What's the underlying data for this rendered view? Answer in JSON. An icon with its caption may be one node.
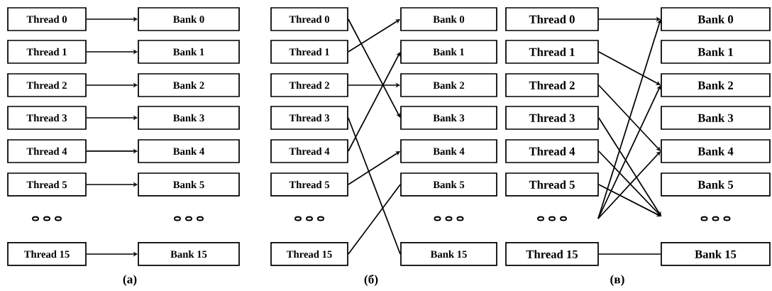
{
  "diagram": {
    "nodes": [
      {
        "text": [
          "Thread 0"
        ]
      },
      {
        "text": [
          "Thread 1"
        ]
      },
      {
        "text": [
          "Thread 2"
        ]
      },
      {
        "text": [
          "Thread 3"
        ]
      },
      {
        "text": [
          "Thread 4"
        ]
      },
      {
        "text": [
          "Thread 5"
        ]
      },
      {
        "text": [
          "Thread 15"
        ]
      },
      {
        "text": [
          "Bank 0"
        ]
      },
      {
        "text": [
          "Bank 1"
        ]
      },
      {
        "text": [
          "Bank 2"
        ]
      },
      {
        "text": [
          "Bank 3"
        ]
      },
      {
        "text": [
          "Bank 4"
        ]
      },
      {
        "text": [
          "Bank 5"
        ]
      },
      {
        "text": [
          "Bank 15"
        ]
      },
      {
        "text": [
          "Thread 0"
        ]
      },
      {
        "text": [
          "Thread 1"
        ]
      },
      {
        "text": [
          "Thread 2"
        ]
      },
      {
        "text": [
          "Thread 3"
        ]
      },
      {
        "text": [
          "Thread 4"
        ]
      },
      {
        "text": [
          "Thread 5"
        ]
      },
      {
        "text": [
          "Thread 15"
        ]
      },
      {
        "text": [
          "Bank 0"
        ]
      },
      {
        "text": [
          "Bank 1"
        ]
      },
      {
        "text": [
          "Bank 2"
        ]
      },
      {
        "text": [
          "Bank 3"
        ]
      },
      {
        "text": [
          "Bank 4"
        ]
      },
      {
        "text": [
          "Bank 5"
        ]
      },
      {
        "text": [
          "Bank 15"
        ]
      },
      {
        "text": [
          "Thread 0"
        ]
      },
      {
        "text": [
          "Thread 1"
        ]
      },
      {
        "text": [
          "Thread 2"
        ]
      },
      {
        "text": [
          "Thread 3"
        ]
      },
      {
        "text": [
          "Thread 4"
        ]
      },
      {
        "text": [
          "Thread 5"
        ]
      },
      {
        "text": [
          "Thread 15"
        ]
      },
      {
        "text": [
          "Bank 0"
        ]
      },
      {
        "text": [
          "Bank 1"
        ]
      },
      {
        "text": [
          "Bank 2"
        ]
      },
      {
        "text": [
          "Bank 3"
        ]
      },
      {
        "text": [
          "Bank 4"
        ]
      },
      {
        "text": [
          "Bank 5"
        ]
      },
      {
        "text": [
          "Bank 15"
        ]
      }
    ],
    "edges": [
      {
        "from": 0,
        "to": 7,
        "arrow": "to"
      },
      {
        "from": 1,
        "to": 8,
        "arrow": "to"
      },
      {
        "from": 2,
        "to": 9,
        "arrow": "to"
      },
      {
        "from": 3,
        "to": 10,
        "arrow": "to"
      },
      {
        "from": 4,
        "to": 11,
        "arrow": "to"
      },
      {
        "from": 5,
        "to": 12,
        "arrow": "to"
      },
      {
        "from": 6,
        "to": 13,
        "arrow": "to"
      },
      {
        "from": 14,
        "to": 24,
        "arrow": "to"
      },
      {
        "from": 15,
        "to": 21,
        "arrow": "to"
      },
      {
        "from": 16,
        "to": 23,
        "arrow": "to"
      },
      {
        "from": 17,
        "to": 27,
        "arrow": "none"
      },
      {
        "from": 18,
        "to": 22,
        "arrow": "to"
      },
      {
        "from": 19,
        "to": 25,
        "arrow": "to"
      },
      {
        "from": 20,
        "to": 26,
        "arrow": "none"
      },
      {
        "from": 28,
        "to": 35,
        "arrow": "to"
      },
      {
        "from": 29,
        "to": 37,
        "arrow": "to"
      },
      {
        "from": 30,
        "to": 39,
        "arrow": "to"
      },
      {
        "from": 31,
        "to": null,
        "arrow": "to"
      },
      {
        "from": 32,
        "to": null,
        "arrow": "to"
      },
      {
        "from": 33,
        "to": null,
        "arrow": "to"
      },
      {
        "from": null,
        "to": 35,
        "arrow": "to"
      },
      {
        "from": null,
        "to": 37,
        "arrow": "to"
      },
      {
        "from": null,
        "to": 39,
        "arrow": "to"
      },
      {
        "from": 34,
        "to": 41,
        "arrow": "none"
      }
    ],
    "labels": [
      "(а)",
      "(б)",
      "(в)"
    ]
  }
}
